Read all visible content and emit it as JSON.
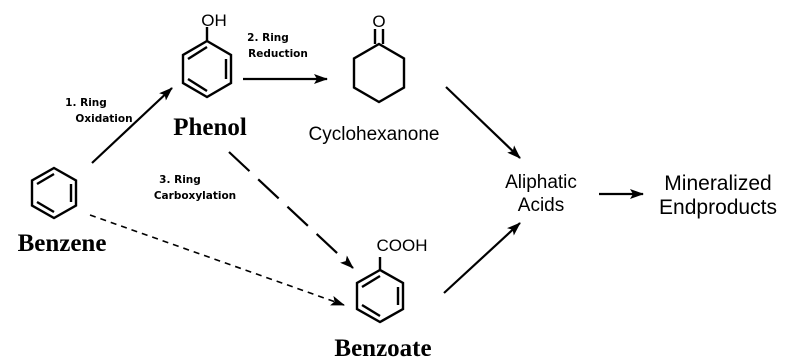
{
  "compounds": {
    "benzene": "Benzene",
    "phenol": "Phenol",
    "cyclohexanone": "Cyclohexanone",
    "benzoate": "Benzoate",
    "aliphatic_line1": "Aliphatic",
    "aliphatic_line2": "Acids",
    "mineralized_line1": "Mineralized",
    "mineralized_line2": "Endproducts"
  },
  "groups": {
    "hydroxyl": "OH",
    "ketone_oxygen": "O",
    "carboxyl": "COOH"
  },
  "steps": {
    "oxidation_line1": "1. Ring",
    "oxidation_line2": "Oxidation",
    "reduction_line1": "2. Ring",
    "reduction_line2": "Reduction",
    "carboxylation_line1": "3. Ring",
    "carboxylation_line2": "Carboxylation"
  }
}
